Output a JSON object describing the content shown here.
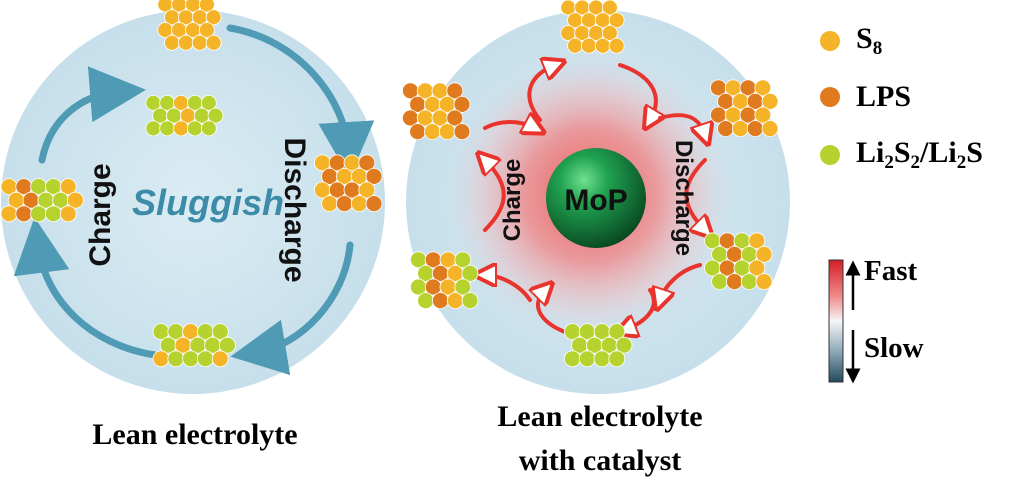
{
  "left_panel": {
    "center_label": "Sluggish",
    "left_label": "Charge",
    "right_label": "Discharge",
    "caption": "Lean electrolyte"
  },
  "right_panel": {
    "catalyst_label": "MoP",
    "left_label": "Charge",
    "right_label": "Discharge",
    "caption_line1": "Lean electrolyte",
    "caption_line2": "with catalyst"
  },
  "legend": {
    "items": [
      {
        "name": "S",
        "sub": "8",
        "color": "#f5b427"
      },
      {
        "name": "LPS",
        "sub": "",
        "color": "#e07a1f"
      },
      {
        "name": "Li",
        "sub": "2",
        "name2": "S",
        "sub2": "2",
        "name3": "/Li",
        "sub3": "2",
        "name4": "S",
        "color": "#b6d22e"
      }
    ],
    "fast_label": "Fast",
    "slow_label": "Slow"
  },
  "colors": {
    "s8": "#f5b427",
    "lps": "#e07a1f",
    "li2s": "#b6d22e",
    "circle_bg": "#cfe5ef",
    "cycle_arrow": "#4f9ab5",
    "catalyst_arrow": "#e8342c",
    "mop_sphere": "#1e9e4c"
  }
}
